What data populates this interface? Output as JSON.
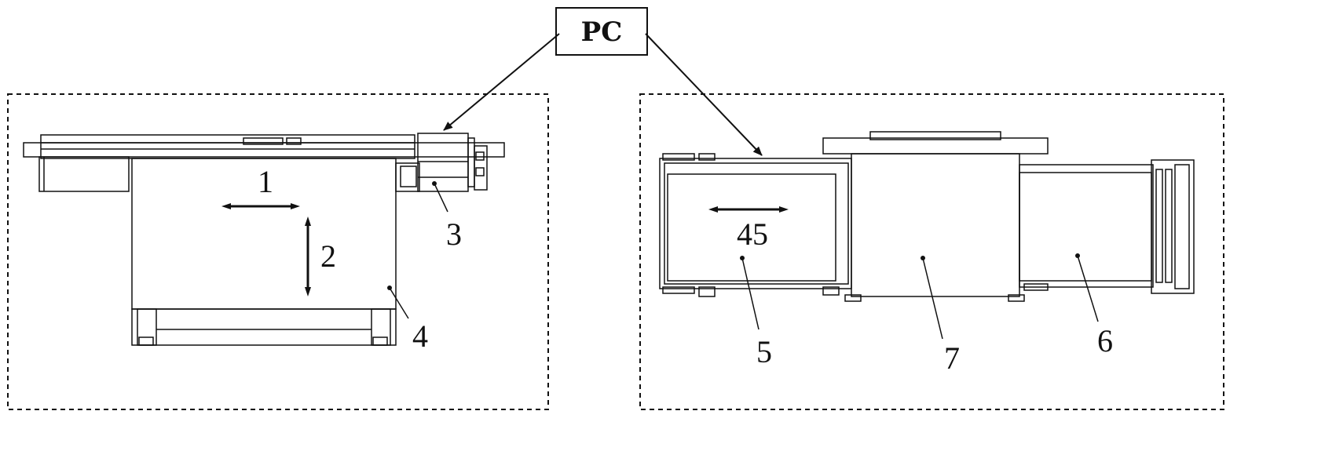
{
  "pc_box": {
    "label": "PC"
  },
  "labels": {
    "item_1": "1",
    "item_2": "2",
    "item_3": "3",
    "item_4": "4",
    "item_45": "45",
    "item_5": "5",
    "item_6": "6",
    "item_7": "7"
  }
}
